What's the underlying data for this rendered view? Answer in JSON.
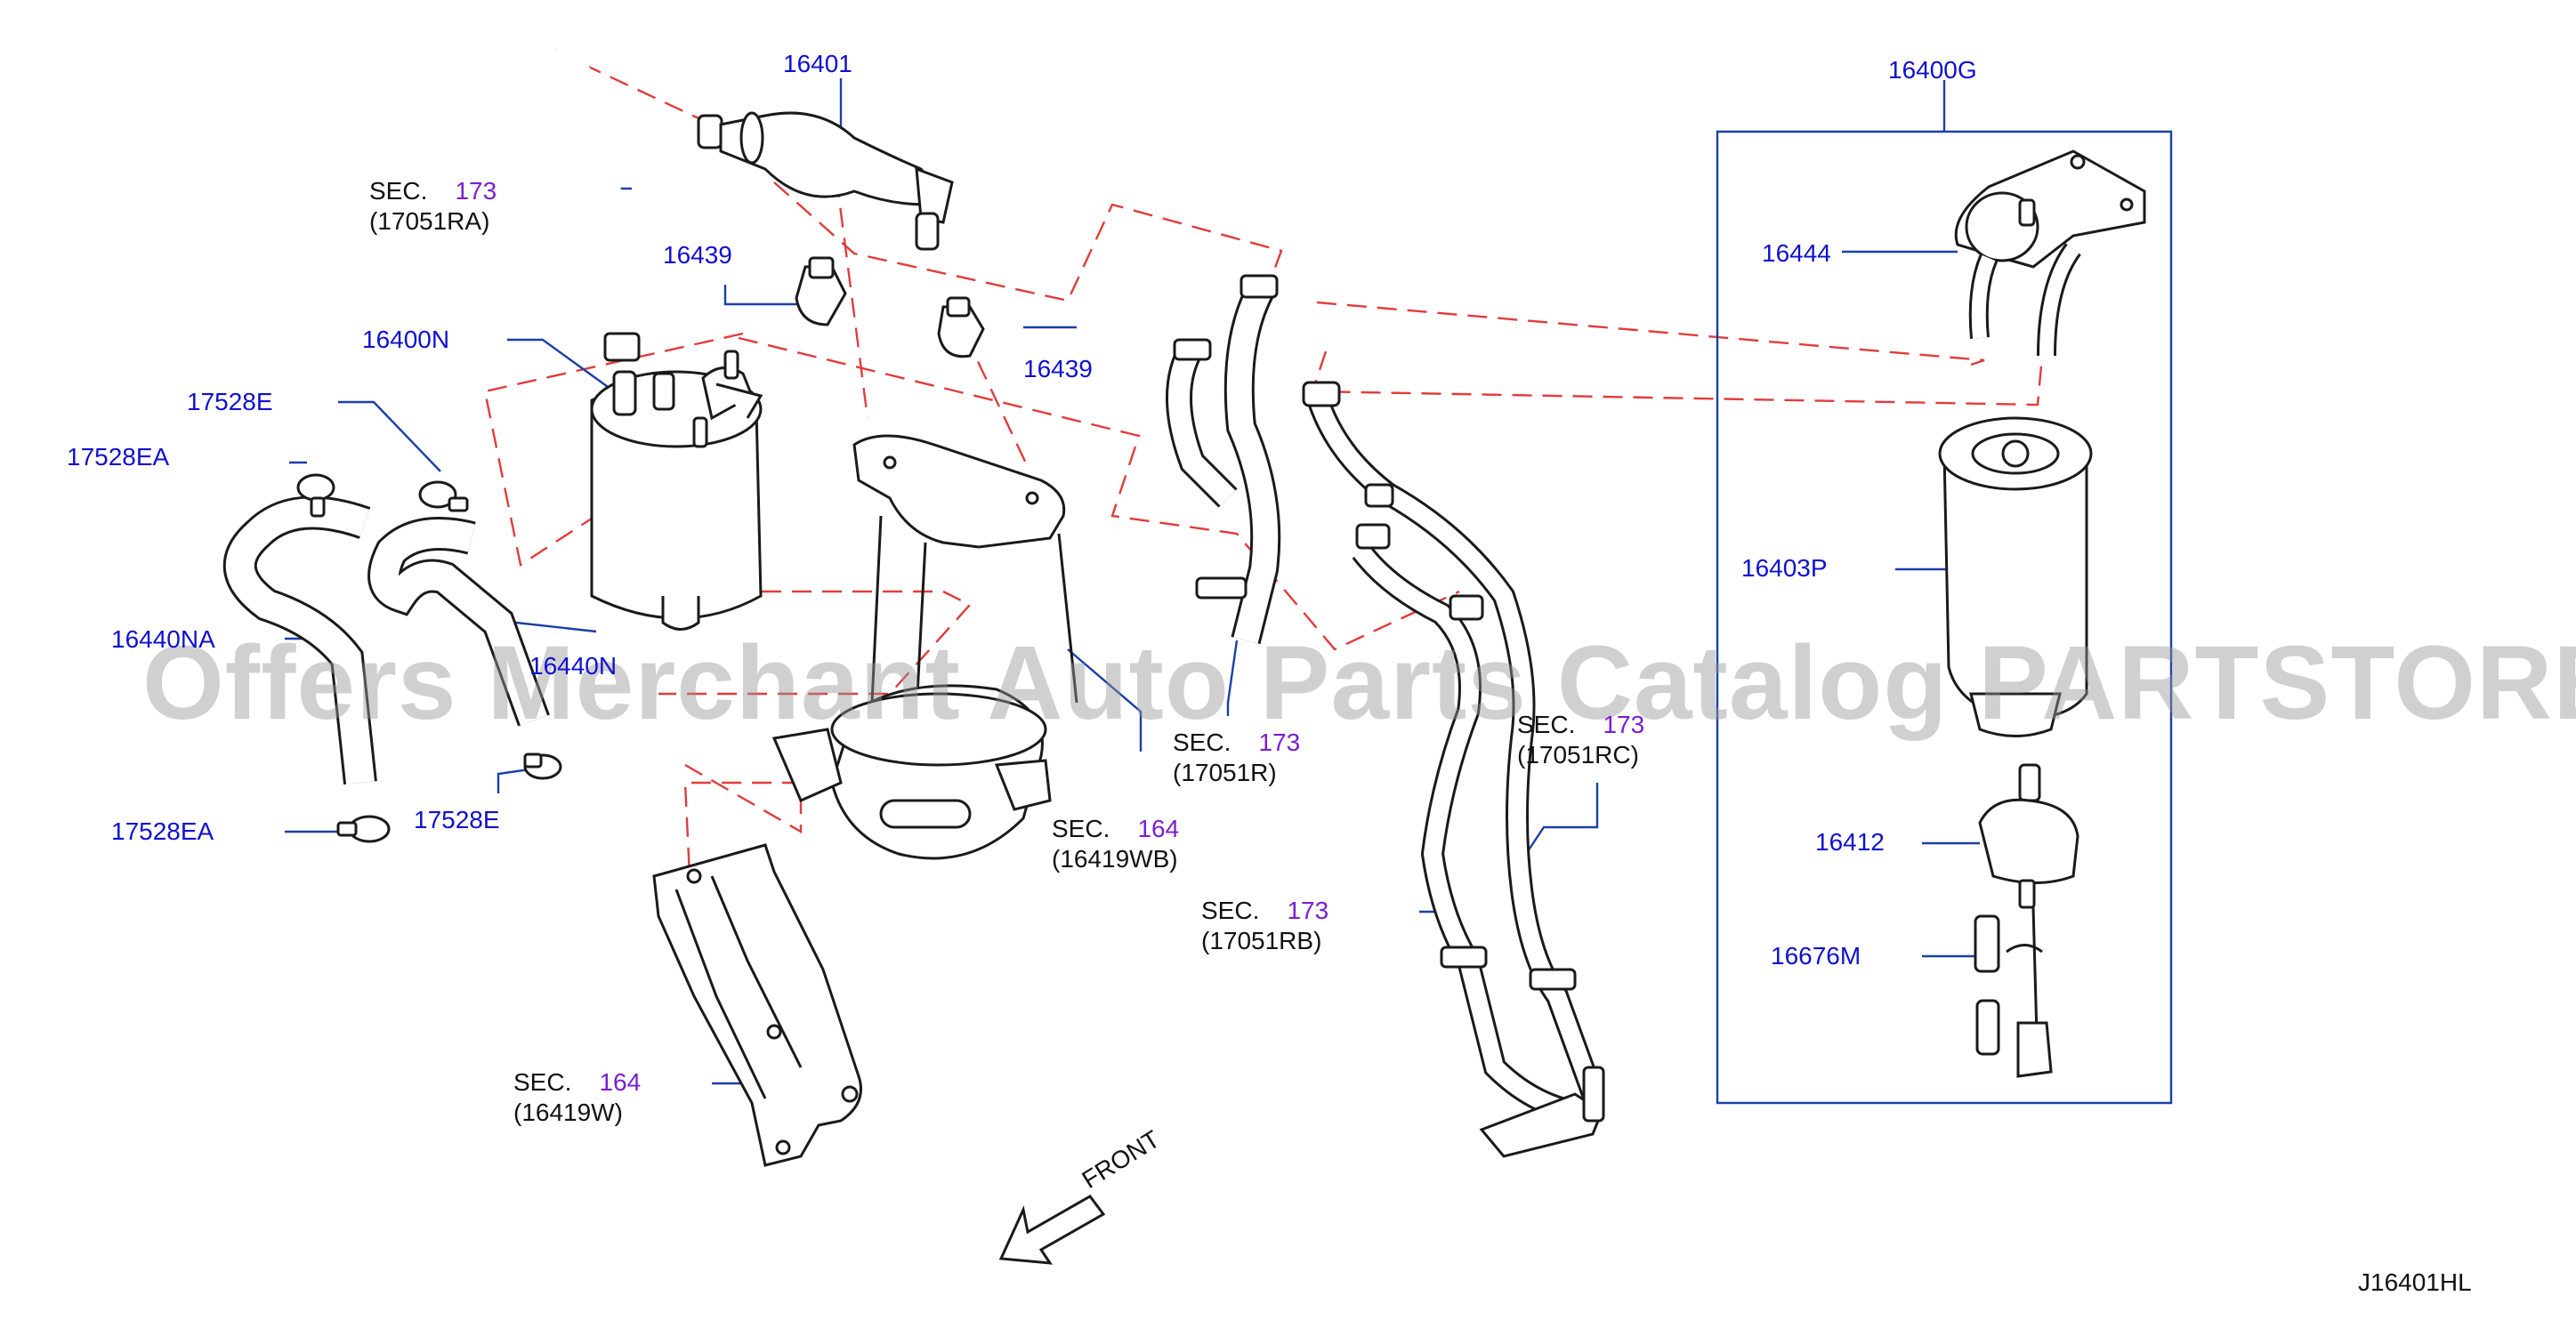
{
  "diagram_code": "J16401HL",
  "front_label": "FRONT",
  "watermark": "Offers Merchant Auto Parts Catalog PARTSTORE.SA",
  "colors": {
    "part_number": "#1010d0",
    "section_number": "#7a1fd0",
    "dashed_line": "#e23b3b",
    "leader": "#1a3fa8"
  },
  "labels": {
    "p16401": "16401",
    "p16400G": "16400G",
    "p16439a": "16439",
    "p16439b": "16439",
    "p16444": "16444",
    "p16400N": "16400N",
    "p17528E_a": "17528E",
    "p17528EA_a": "17528EA",
    "p16440NA": "16440NA",
    "p16440N": "16440N",
    "p17528E_b": "17528E",
    "p17528EA_b": "17528EA",
    "p16403P": "16403P",
    "p16412": "16412",
    "p16676M": "16676M"
  },
  "sections": {
    "s1": {
      "prefix": "SEC.",
      "num": "173",
      "ref": "(17051RA)"
    },
    "s2": {
      "prefix": "SEC.",
      "num": "173",
      "ref": "(17051R)"
    },
    "s3": {
      "prefix": "SEC.",
      "num": "173",
      "ref": "(17051RC)"
    },
    "s4": {
      "prefix": "SEC.",
      "num": "164",
      "ref": "(16419WB)"
    },
    "s5": {
      "prefix": "SEC.",
      "num": "173",
      "ref": "(17051RB)"
    },
    "s6": {
      "prefix": "SEC.",
      "num": "164",
      "ref": "(16419W)"
    }
  }
}
